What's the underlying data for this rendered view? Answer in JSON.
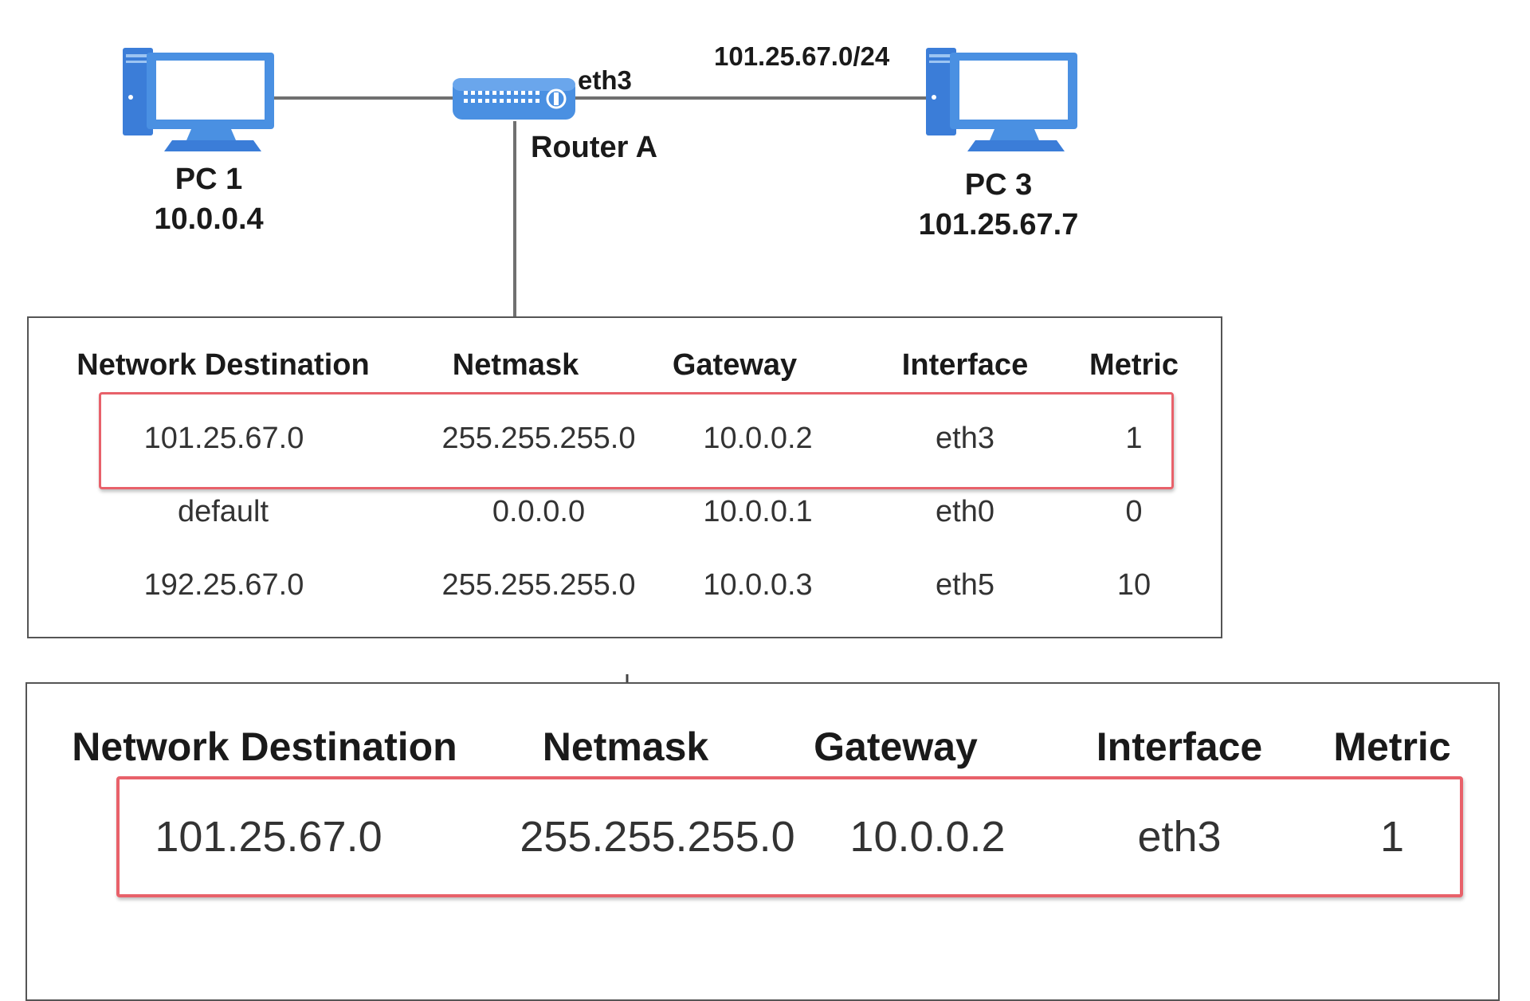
{
  "topology": {
    "pc1": {
      "name": "PC 1",
      "ip": "10.0.0.4",
      "icon": "desktop-computer-icon"
    },
    "pc3": {
      "name": "PC 3",
      "ip": "101.25.67.7",
      "icon": "desktop-computer-icon"
    },
    "router": {
      "name": "Router A",
      "port_label": "eth3",
      "icon": "router-icon"
    },
    "subnet_label": "101.25.67.0/24"
  },
  "routing_table": {
    "headers": [
      "Network Destination",
      "Netmask",
      "Gateway",
      "Interface",
      "Metric"
    ],
    "rows": [
      [
        "101.25.67.0",
        "255.255.255.0",
        "10.0.0.2",
        "eth3",
        "1"
      ],
      [
        "default",
        "0.0.0.0",
        "10.0.0.1",
        "eth0",
        "0"
      ],
      [
        "192.25.67.0",
        "255.255.255.0",
        "10.0.0.3",
        "eth5",
        "10"
      ]
    ],
    "highlighted_row": 0
  },
  "zoom_table": {
    "headers": [
      "Network Destination",
      "Netmask",
      "Gateway",
      "Interface",
      "Metric"
    ],
    "rows": [
      [
        "101.25.67.0",
        "255.255.255.0",
        "10.0.0.2",
        "eth3",
        "1"
      ]
    ]
  },
  "colors": {
    "device_blue": "#4a90e2",
    "device_dark": "#3b7dd8",
    "highlight_red": "#e8616a",
    "link_gray": "#707070"
  }
}
